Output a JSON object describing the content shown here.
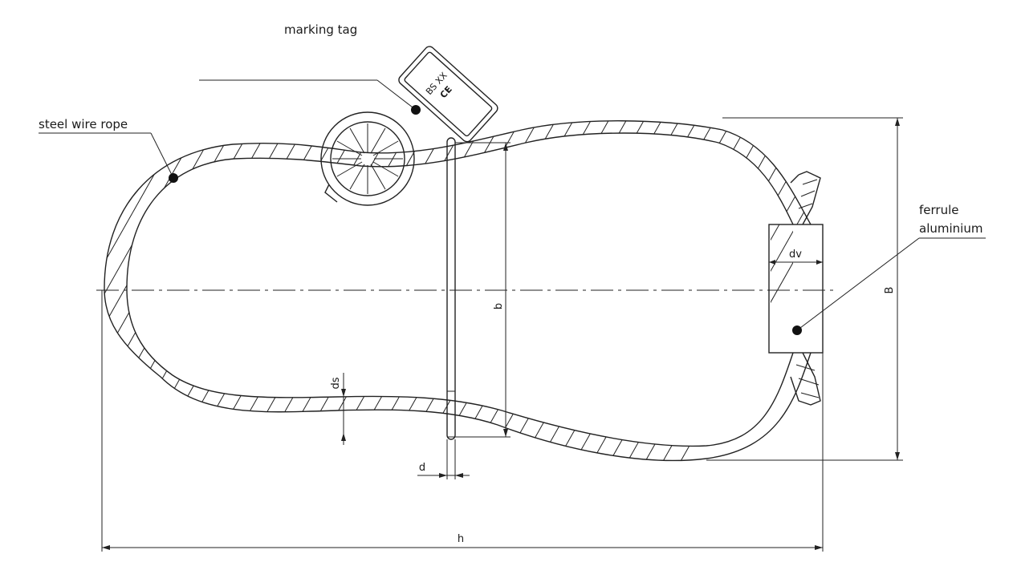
{
  "labels": {
    "marking_tag": "marking tag",
    "steel_wire_rope": "steel wire rope",
    "ferrule_line1": "ferrule",
    "ferrule_line2": "aluminium",
    "tag_code": "BS XX",
    "tag_mark": "CE"
  },
  "dimensions": {
    "h": "h",
    "B": "B",
    "b": "b",
    "d": "d",
    "ds": "ds",
    "dv": "dv"
  }
}
